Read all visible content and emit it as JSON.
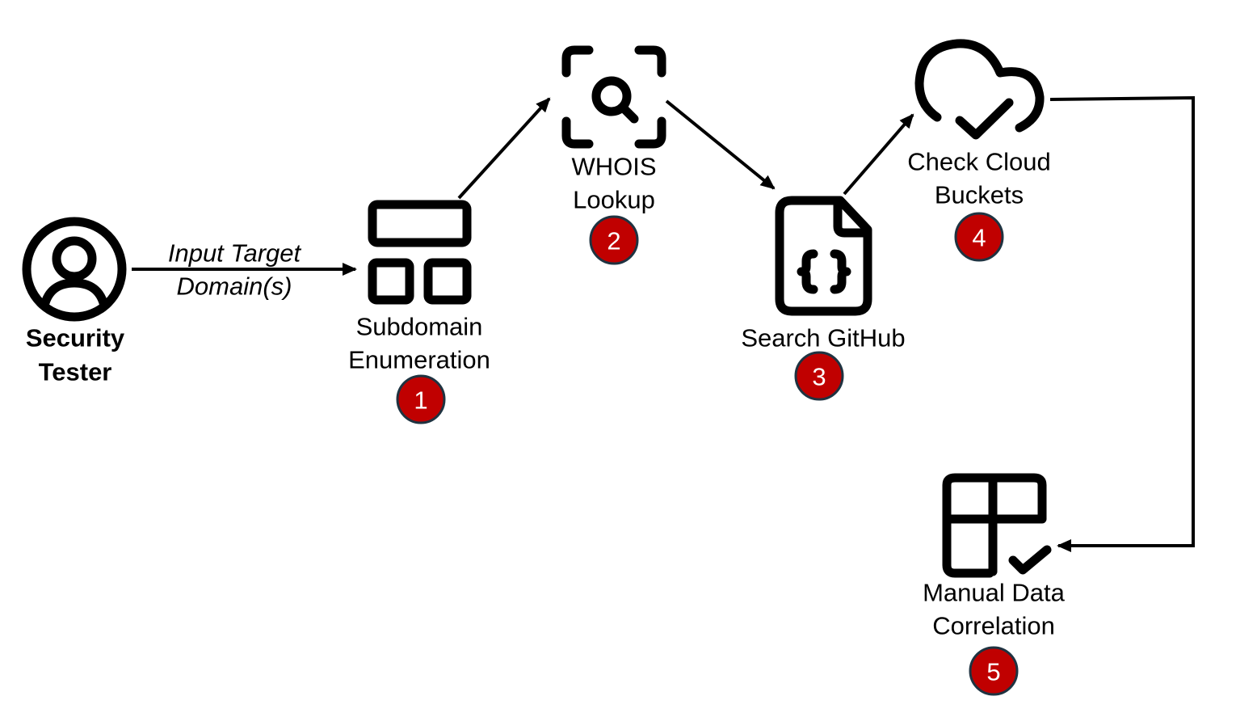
{
  "actor": {
    "label_line1": "Security",
    "label_line2": "Tester",
    "icon": "user-circle-icon"
  },
  "input_edge": {
    "label_line1": "Input Target",
    "label_line2": "Domain(s)"
  },
  "steps": [
    {
      "number": "1",
      "line1": "Subdomain",
      "line2": "Enumeration",
      "icon": "layout-grid-icon"
    },
    {
      "number": "2",
      "line1": "WHOIS",
      "line2": "Lookup",
      "icon": "scan-search-icon"
    },
    {
      "number": "3",
      "line1": "Search GitHub",
      "line2": "",
      "icon": "code-file-icon"
    },
    {
      "number": "4",
      "line1": "Check Cloud",
      "line2": "Buckets",
      "icon": "cloud-check-icon"
    },
    {
      "number": "5",
      "line1": "Manual Data",
      "line2": "Correlation",
      "icon": "table-check-icon"
    }
  ],
  "colors": {
    "badge_fill": "#c00000",
    "badge_border": "#1f3341",
    "stroke": "#000000"
  }
}
